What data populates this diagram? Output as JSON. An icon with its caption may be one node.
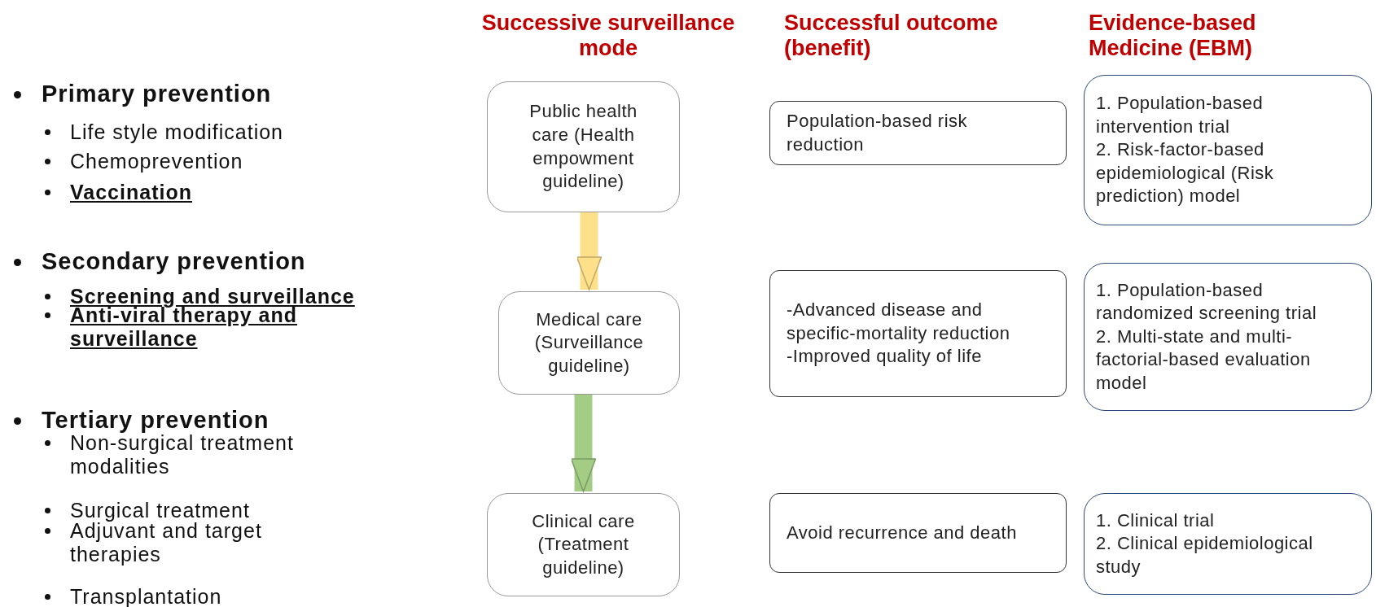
{
  "diagram": {
    "nodes": [
      {
        "text": [
          "Public health care (Health empowment guideline)"
        ]
      },
      {
        "text": [
          "Population-based risk reduction"
        ]
      },
      {
        "text": [
          "1. Population-based intervention trial",
          "2. Risk-factor-based epidemiological (Risk prediction) model"
        ]
      },
      {
        "text": [
          "Medical care (Surveillance guideline)"
        ]
      },
      {
        "text": [
          "-Advanced disease and specific-mortality reduction",
          "-Improved quality of life"
        ]
      },
      {
        "text": [
          "1. Population-based randomized screening trial",
          "2. Multi-state and multi-factorial-based evaluation model"
        ]
      },
      {
        "text": [
          "Clinical care (Treatment guideline)"
        ]
      },
      {
        "text": [
          "Avoid recurrence and death"
        ]
      },
      {
        "text": [
          "1. Clinical trial",
          "2. Clinical epidemiological study"
        ]
      }
    ],
    "edges": [
      {
        "from": 0,
        "to": 3,
        "arrow": "to",
        "color": "#ffe08a"
      },
      {
        "from": 3,
        "to": 6,
        "arrow": "to",
        "color": "#a3cd85"
      }
    ],
    "labels": [
      "Successive surveillance mode",
      "Successful outcome (benefit)",
      "Evidence-based Medicine (EBM)",
      "Primary prevention",
      "Life style modification",
      "Chemoprevention",
      "Vaccination",
      "Secondary prevention",
      "Screening and surveillance",
      "Anti-viral therapy and surveillance",
      "Tertiary prevention",
      "Non-surgical treatment modalities",
      "Surgical treatment",
      "Adjuvant and target therapies",
      "Transplantation"
    ]
  }
}
